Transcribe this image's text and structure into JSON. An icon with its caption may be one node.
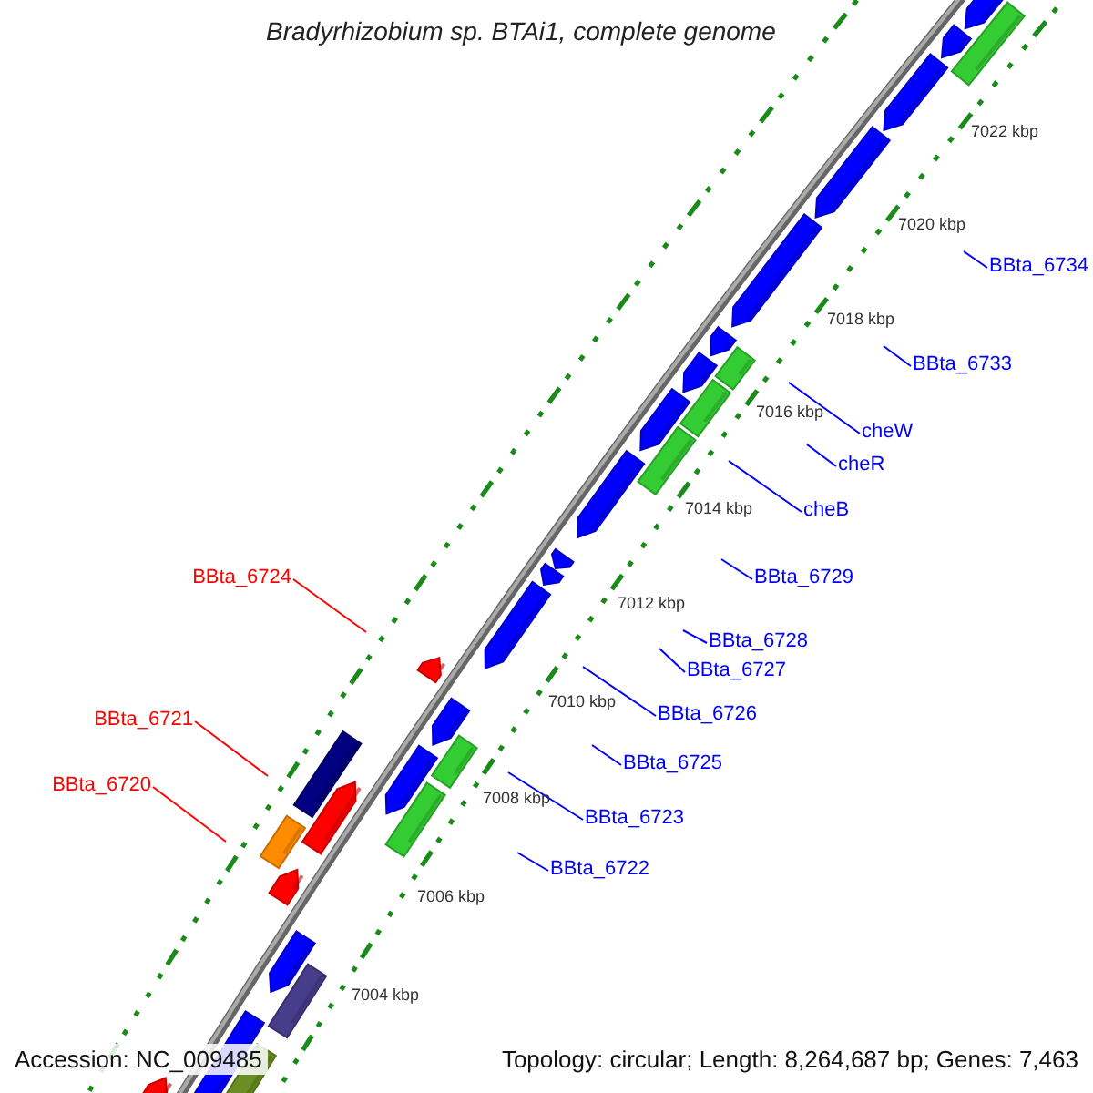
{
  "diagram": {
    "title": "Bradyrhizobium sp. BTAi1, complete genome",
    "nodes": [
      {
        "text": [
          "BBta_6734"
        ]
      },
      {
        "text": [
          "BBta_6733"
        ]
      },
      {
        "text": [
          "cheW"
        ]
      },
      {
        "text": [
          "cheR"
        ]
      },
      {
        "text": [
          "cheB"
        ]
      },
      {
        "text": [
          "BBta_6724"
        ]
      },
      {
        "text": [
          "BBta_6729"
        ]
      },
      {
        "text": [
          "BBta_6728"
        ]
      },
      {
        "text": [
          "BBta_6727"
        ]
      },
      {
        "text": [
          "BBta_6726"
        ]
      },
      {
        "text": [
          "BBta_6721"
        ]
      },
      {
        "text": [
          "BBta_6725"
        ]
      },
      {
        "text": [
          "BBta_6720"
        ]
      },
      {
        "text": [
          "BBta_6723"
        ]
      },
      {
        "text": [
          "BBta_6722"
        ]
      }
    ],
    "edges": [
      {
        "from": 0,
        "to": null,
        "arrow": "none"
      },
      {
        "from": 1,
        "to": null,
        "arrow": "none"
      },
      {
        "from": 2,
        "to": null,
        "arrow": "none"
      },
      {
        "from": 3,
        "to": null,
        "arrow": "none"
      },
      {
        "from": 4,
        "to": null,
        "arrow": "none"
      },
      {
        "from": 5,
        "to": null,
        "arrow": "none",
        "color": "#ff0000"
      },
      {
        "from": 6,
        "to": null,
        "arrow": "none"
      },
      {
        "from": 7,
        "to": null,
        "arrow": "none"
      },
      {
        "from": 8,
        "to": null,
        "arrow": "none"
      },
      {
        "from": 9,
        "to": null,
        "arrow": "none"
      },
      {
        "from": 10,
        "to": null,
        "arrow": "none",
        "color": "#ff0000"
      },
      {
        "from": 11,
        "to": null,
        "arrow": "none"
      },
      {
        "from": 12,
        "to": null,
        "arrow": "none",
        "color": "#ff0000"
      },
      {
        "from": 13,
        "to": null,
        "arrow": "none"
      },
      {
        "from": 14,
        "to": null,
        "arrow": "none"
      }
    ],
    "labels": [
      "7022 kbp",
      "7020 kbp",
      "7018 kbp",
      "7016 kbp",
      "7014 kbp",
      "7012 kbp",
      "7010 kbp",
      "7008 kbp",
      "7006 kbp",
      "7004 kbp",
      "Accession: NC_009485",
      "Topology: circular; Length: 8,264,687 bp; Genes: 7,463"
    ]
  }
}
